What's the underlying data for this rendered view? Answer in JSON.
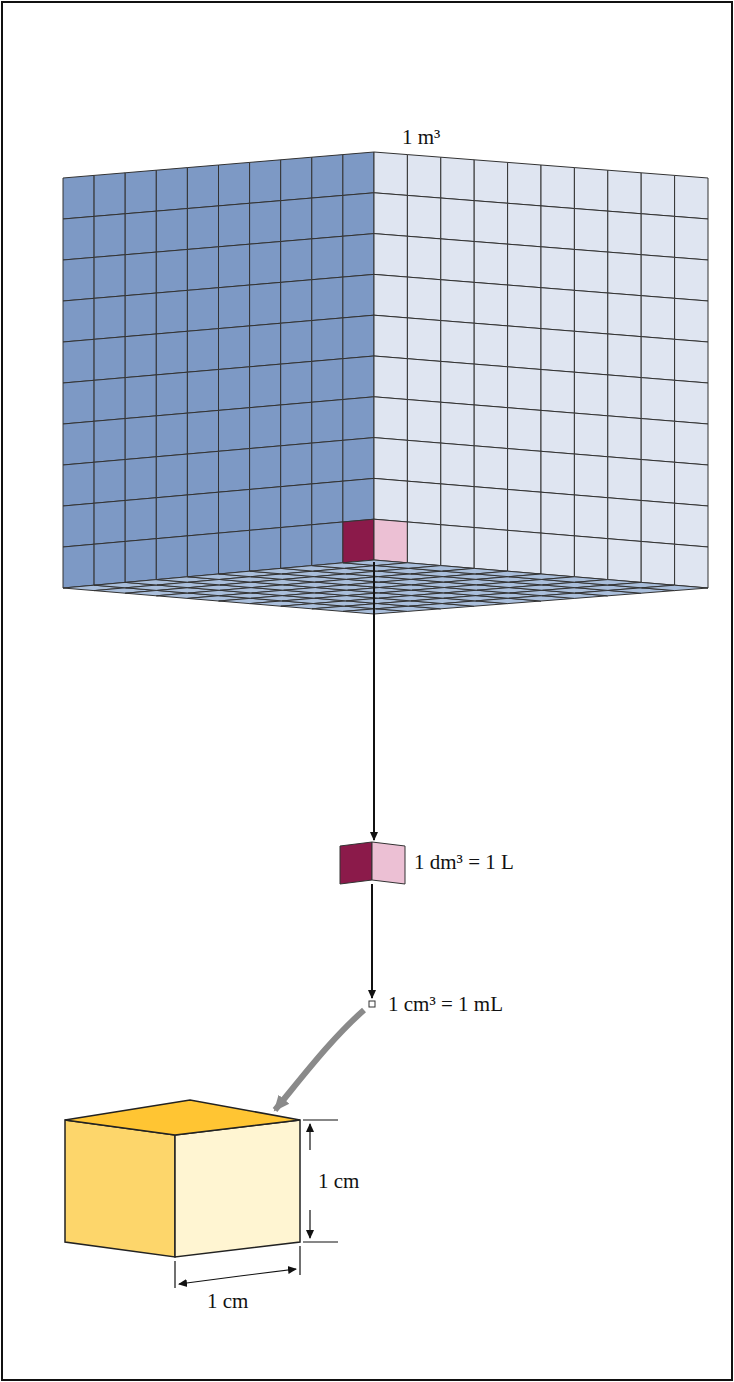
{
  "diagram": {
    "labels": [
      "1 m³",
      "1 dm³ = 1 L",
      "1 cm³ = 1 mL",
      "1 cm",
      "1 cm"
    ]
  }
}
